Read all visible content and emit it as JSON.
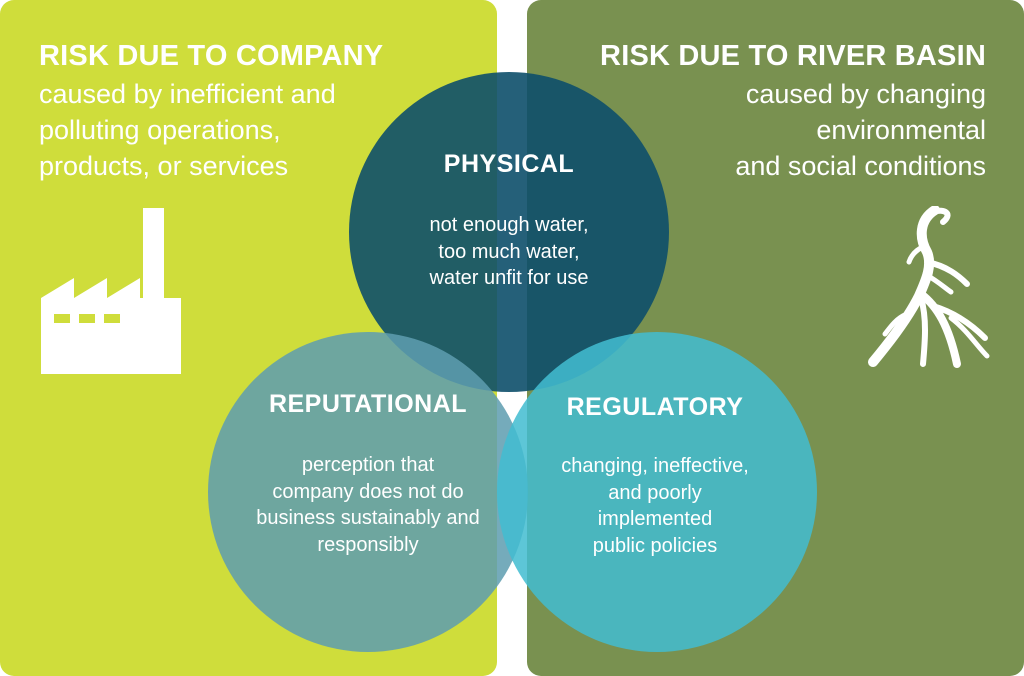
{
  "left_panel": {
    "title": "RISK DUE TO COMPANY",
    "subtitle": "caused by inefficient and\npolluting operations,\nproducts, or services",
    "icon": "factory-icon",
    "color": "#cfdd3b"
  },
  "right_panel": {
    "title": "RISK DUE TO RIVER BASIN",
    "subtitle": "caused by changing\nenvironmental\nand social conditions",
    "icon": "river-basin-icon",
    "color": "#799150"
  },
  "circles": {
    "physical": {
      "title": "PHYSICAL",
      "description": "not enough water,\ntoo much water,\nwater unfit for use",
      "color": "#0d4f6a"
    },
    "reputational": {
      "title": "REPUTATIONAL",
      "description": "perception that\ncompany does not do\nbusiness sustainably and\nresponsibly",
      "color": "#5e9db0"
    },
    "regulatory": {
      "title": "REGULATORY",
      "description": "changing, ineffective,\nand poorly\nimplemented\npublic policies",
      "color": "#42bdd0"
    }
  }
}
